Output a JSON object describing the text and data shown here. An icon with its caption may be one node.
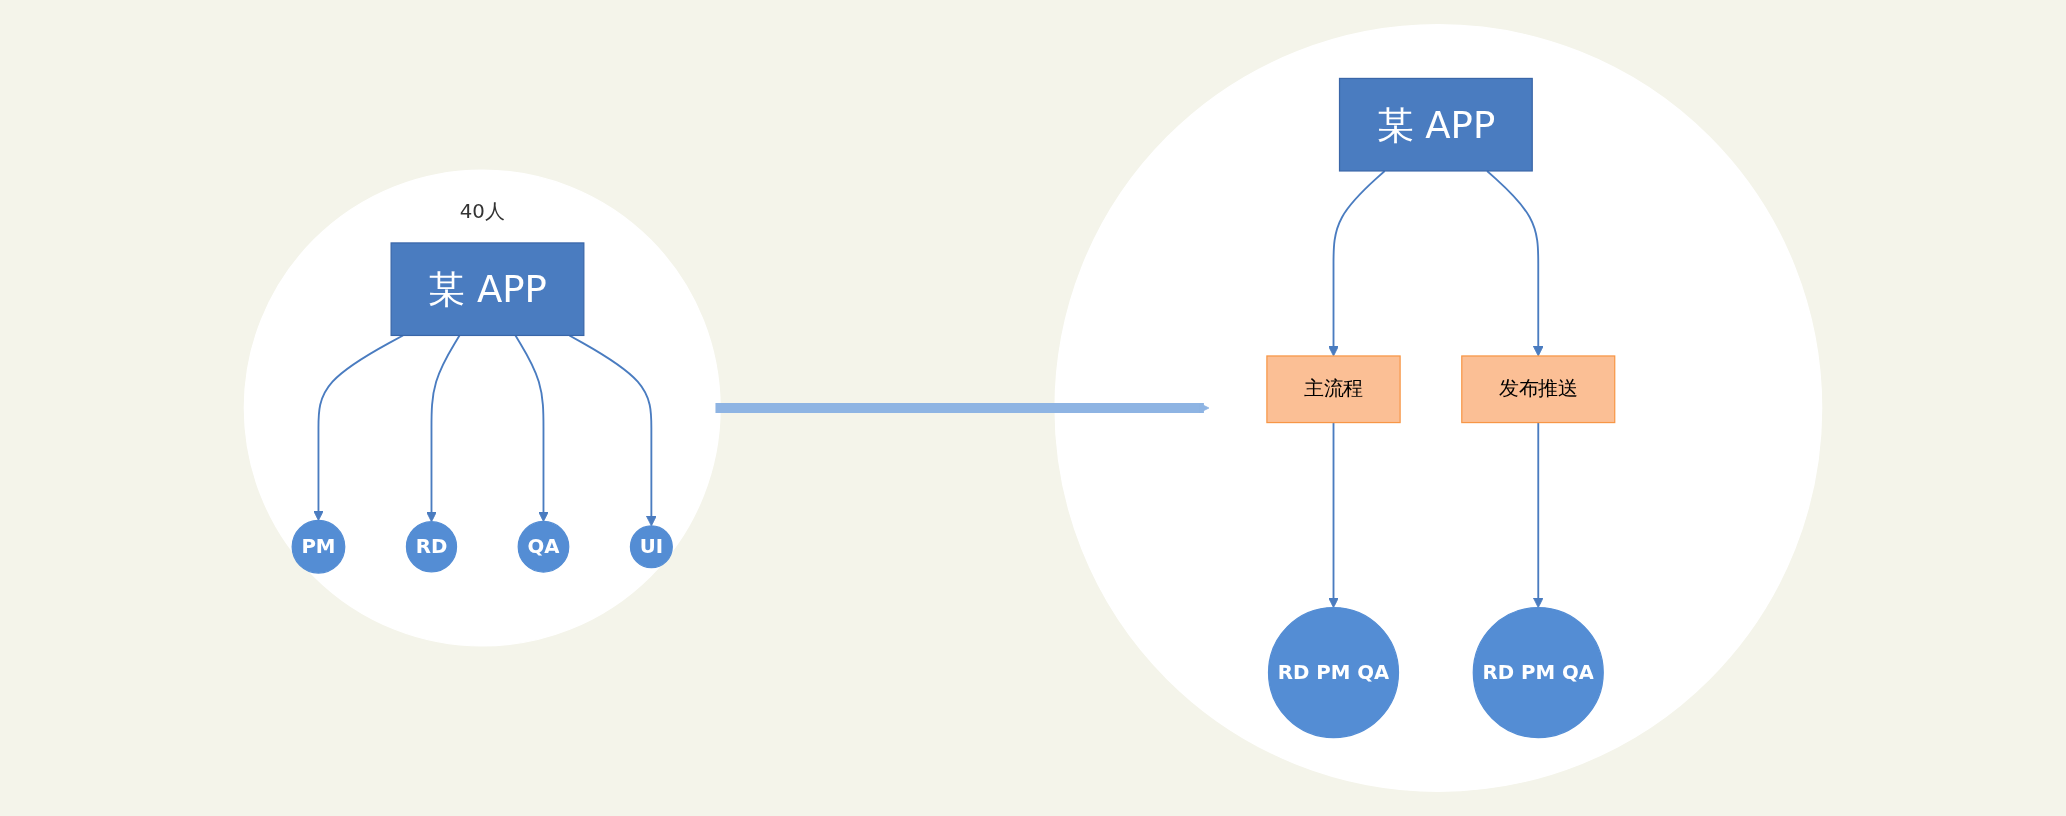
{
  "diagram": {
    "nodes": [
      {
        "text": [
          "40人"
        ]
      },
      {
        "text": [
          "某 APP"
        ],
        "in": 0
      },
      {
        "text": [
          "PM"
        ],
        "in": 0
      },
      {
        "text": [
          "RD"
        ],
        "in": 0
      },
      {
        "text": [
          "QA"
        ],
        "in": 0
      },
      {
        "text": [
          "UI"
        ],
        "in": 0
      },
      {
        "text": [],
        "shape": "circle"
      },
      {
        "text": [
          "某 APP"
        ],
        "in": 6
      },
      {
        "text": [
          "主流程"
        ],
        "in": 6
      },
      {
        "text": [
          "发布推送"
        ],
        "in": 6
      },
      {
        "text": [
          "RD PM QA"
        ],
        "in": 6
      },
      {
        "text": [
          "RD PM QA"
        ],
        "in": 6
      }
    ],
    "edges": [
      {
        "from": 1,
        "to": 2,
        "arrow": "to"
      },
      {
        "from": 1,
        "to": 3,
        "arrow": "to"
      },
      {
        "from": 1,
        "to": 4,
        "arrow": "to"
      },
      {
        "from": 1,
        "to": 5,
        "arrow": "to"
      },
      {
        "from": 0,
        "to": 6,
        "arrow": "to",
        "style": "thick",
        "color": "#8eb4e3"
      },
      {
        "from": 7,
        "to": 8,
        "arrow": "to"
      },
      {
        "from": 7,
        "to": 9,
        "arrow": "to"
      },
      {
        "from": 8,
        "to": 10,
        "arrow": "to"
      },
      {
        "from": 9,
        "to": 11,
        "arrow": "to"
      }
    ]
  }
}
